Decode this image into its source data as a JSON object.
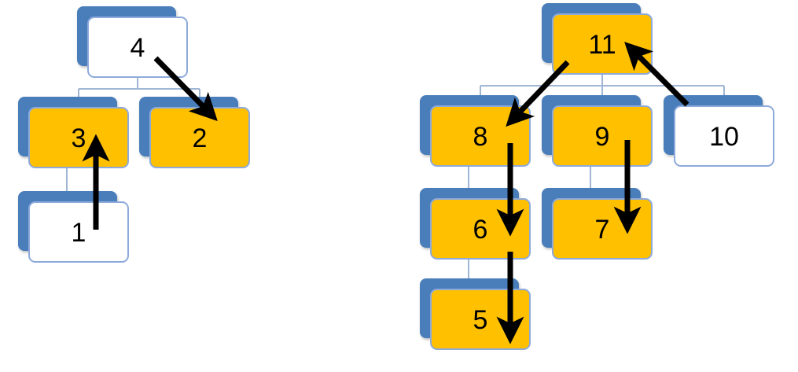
{
  "colors": {
    "highlight": "#ffc000",
    "plain": "#ffffff",
    "shadow": "#4a7ebb",
    "border": "#8eaadb",
    "connector": "#9fb6d4",
    "arrow": "#000000"
  },
  "trees": [
    {
      "nodes": [
        {
          "id": "n4",
          "label": "4",
          "highlighted": false
        },
        {
          "id": "n3",
          "label": "3",
          "highlighted": true
        },
        {
          "id": "n2",
          "label": "2",
          "highlighted": true
        },
        {
          "id": "n1",
          "label": "1",
          "highlighted": false
        }
      ],
      "edges": [
        [
          "n4",
          "n3"
        ],
        [
          "n4",
          "n2"
        ],
        [
          "n3",
          "n1"
        ]
      ],
      "arrows": [
        [
          "n1",
          "n3"
        ],
        [
          "n4",
          "n2"
        ]
      ]
    },
    {
      "nodes": [
        {
          "id": "n11",
          "label": "11",
          "highlighted": true
        },
        {
          "id": "n8",
          "label": "8",
          "highlighted": true
        },
        {
          "id": "n9",
          "label": "9",
          "highlighted": true
        },
        {
          "id": "n10",
          "label": "10",
          "highlighted": false
        },
        {
          "id": "n6",
          "label": "6",
          "highlighted": true
        },
        {
          "id": "n7",
          "label": "7",
          "highlighted": true
        },
        {
          "id": "n5",
          "label": "5",
          "highlighted": true
        }
      ],
      "edges": [
        [
          "n11",
          "n8"
        ],
        [
          "n11",
          "n9"
        ],
        [
          "n11",
          "n10"
        ],
        [
          "n8",
          "n6"
        ],
        [
          "n9",
          "n7"
        ],
        [
          "n6",
          "n5"
        ]
      ],
      "arrows": [
        [
          "n11",
          "n8"
        ],
        [
          "n8",
          "n6"
        ],
        [
          "n6",
          "n5"
        ],
        [
          "n9",
          "n7"
        ],
        [
          "n10",
          "n11"
        ]
      ]
    }
  ]
}
